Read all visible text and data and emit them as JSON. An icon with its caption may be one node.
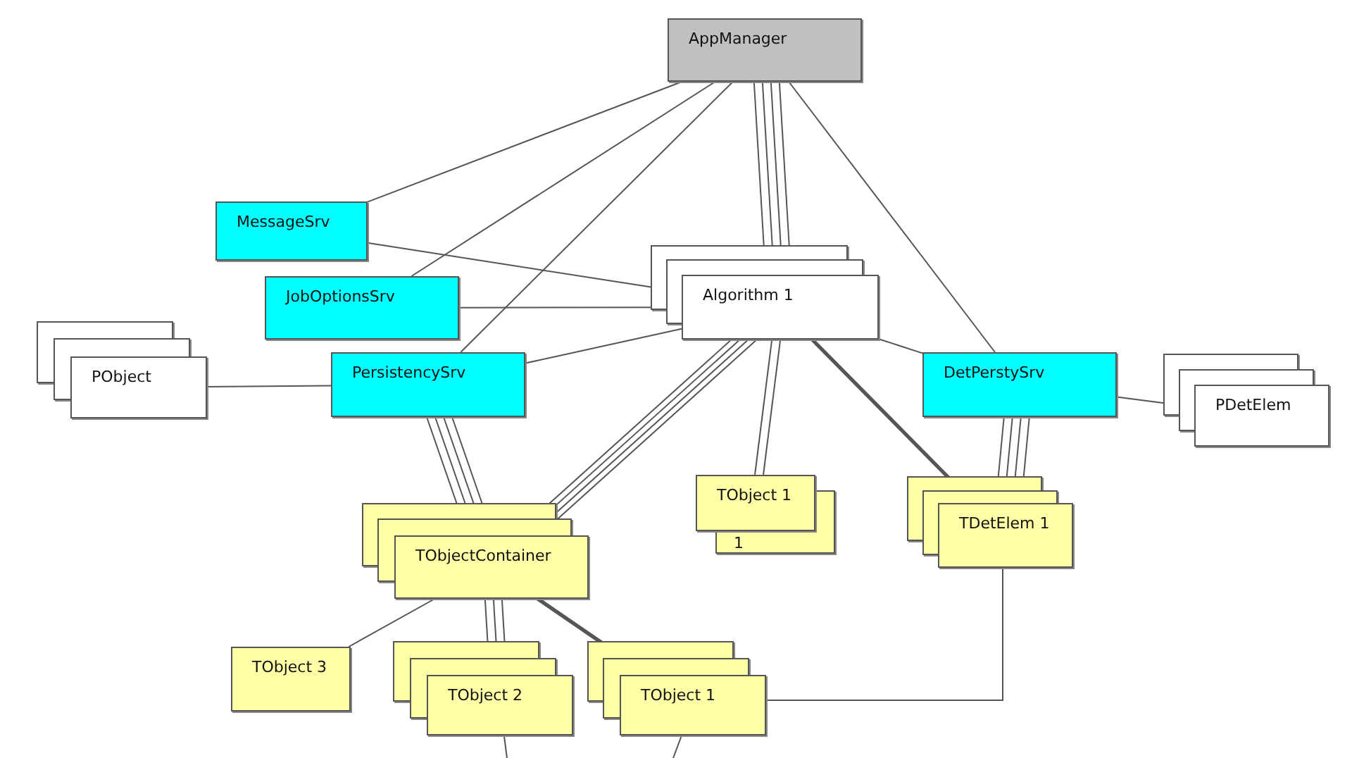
{
  "diagram": {
    "nodes": [
      {
        "text": [
          "AppManager"
        ]
      },
      {
        "text": [
          "MessageSrv"
        ]
      },
      {
        "text": [
          "JobOptionsSrv"
        ]
      },
      {
        "text": [
          "PObject"
        ]
      },
      {
        "text": [
          "PersistencySrv"
        ]
      },
      {
        "text": [
          "Algorithm 1"
        ]
      },
      {
        "text": [
          "DetPerstySrv"
        ]
      },
      {
        "text": [
          "PDetElem"
        ]
      },
      {
        "text": [
          "TObject 1"
        ]
      },
      {
        "text": [
          "TDetElem 1"
        ]
      },
      {
        "text": [
          "TObjectContainer"
        ]
      },
      {
        "text": [
          "TObject 3"
        ]
      },
      {
        "text": [
          "TObject 2"
        ]
      },
      {
        "text": [
          "TObject 1"
        ]
      }
    ],
    "edges": [
      {
        "from": 0,
        "to": 1,
        "arrow": "none"
      },
      {
        "from": 0,
        "to": 2,
        "arrow": "none"
      },
      {
        "from": 0,
        "to": 4,
        "arrow": "none"
      },
      {
        "from": 0,
        "to": 5,
        "arrow": "none"
      },
      {
        "from": 0,
        "to": 5,
        "arrow": "none"
      },
      {
        "from": 0,
        "to": 5,
        "arrow": "none"
      },
      {
        "from": 0,
        "to": 5,
        "arrow": "none"
      },
      {
        "from": 0,
        "to": 6,
        "arrow": "none"
      },
      {
        "from": 1,
        "to": 5,
        "arrow": "none"
      },
      {
        "from": 2,
        "to": 5,
        "arrow": "none"
      },
      {
        "from": 4,
        "to": 5,
        "arrow": "none"
      },
      {
        "from": 5,
        "to": 6,
        "arrow": "none"
      },
      {
        "from": 3,
        "to": 4,
        "arrow": "none"
      },
      {
        "from": 6,
        "to": 7,
        "arrow": "none"
      },
      {
        "from": 5,
        "to": 10,
        "arrow": "none"
      },
      {
        "from": 5,
        "to": 10,
        "arrow": "none"
      },
      {
        "from": 5,
        "to": 10,
        "arrow": "none"
      },
      {
        "from": 5,
        "to": 10,
        "arrow": "none"
      },
      {
        "from": 5,
        "to": 8,
        "arrow": "none"
      },
      {
        "from": 5,
        "to": 8,
        "arrow": "none"
      },
      {
        "from": 5,
        "to": 9,
        "arrow": "none",
        "style": "thick"
      },
      {
        "from": 4,
        "to": 10,
        "arrow": "none"
      },
      {
        "from": 4,
        "to": 10,
        "arrow": "none"
      },
      {
        "from": 4,
        "to": 10,
        "arrow": "none"
      },
      {
        "from": 4,
        "to": 10,
        "arrow": "none"
      },
      {
        "from": 6,
        "to": 9,
        "arrow": "none"
      },
      {
        "from": 6,
        "to": 9,
        "arrow": "none"
      },
      {
        "from": 6,
        "to": 9,
        "arrow": "none"
      },
      {
        "from": 6,
        "to": 9,
        "arrow": "none"
      },
      {
        "from": 10,
        "to": 11,
        "arrow": "none"
      },
      {
        "from": 10,
        "to": 12,
        "arrow": "none"
      },
      {
        "from": 10,
        "to": 12,
        "arrow": "none"
      },
      {
        "from": 10,
        "to": 12,
        "arrow": "none"
      },
      {
        "from": 10,
        "to": 13,
        "arrow": "none",
        "style": "thick"
      },
      {
        "from": 9,
        "to": 13,
        "arrow": "none"
      },
      {
        "from": 12,
        "to": null,
        "arrow": "none"
      },
      {
        "from": 13,
        "to": null,
        "arrow": "none"
      }
    ],
    "labels": [
      "1"
    ]
  }
}
